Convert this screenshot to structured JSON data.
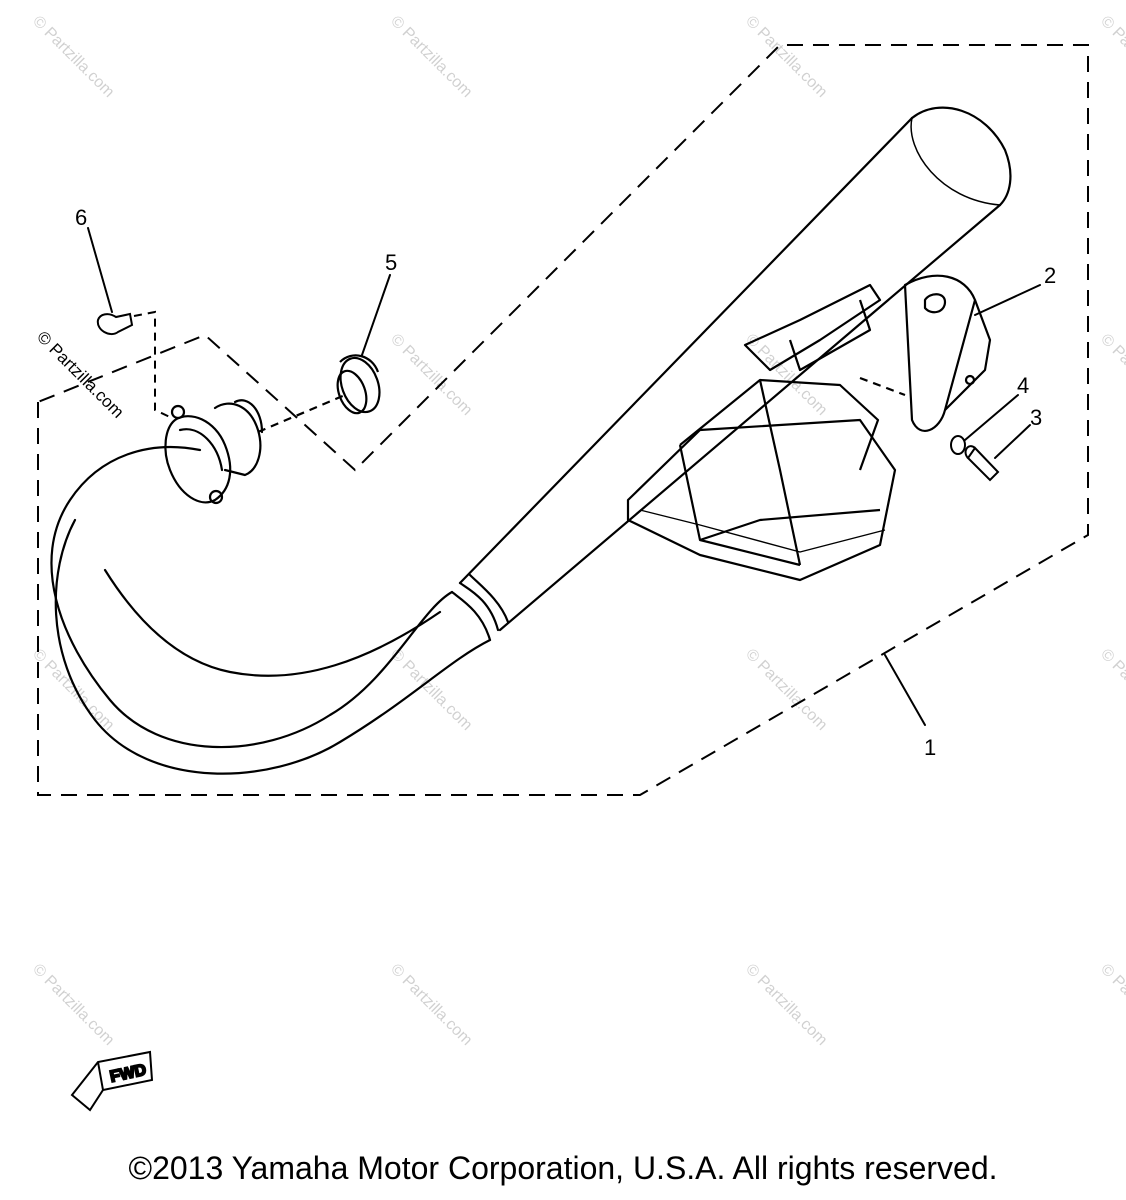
{
  "diagram": {
    "callouts": [
      "1",
      "2",
      "3",
      "4",
      "5",
      "6"
    ],
    "watermark": "© Partzilla.com",
    "fwd_label": "FWD"
  },
  "copyright": "©2013 Yamaha Motor Corporation, U.S.A. All rights reserved."
}
